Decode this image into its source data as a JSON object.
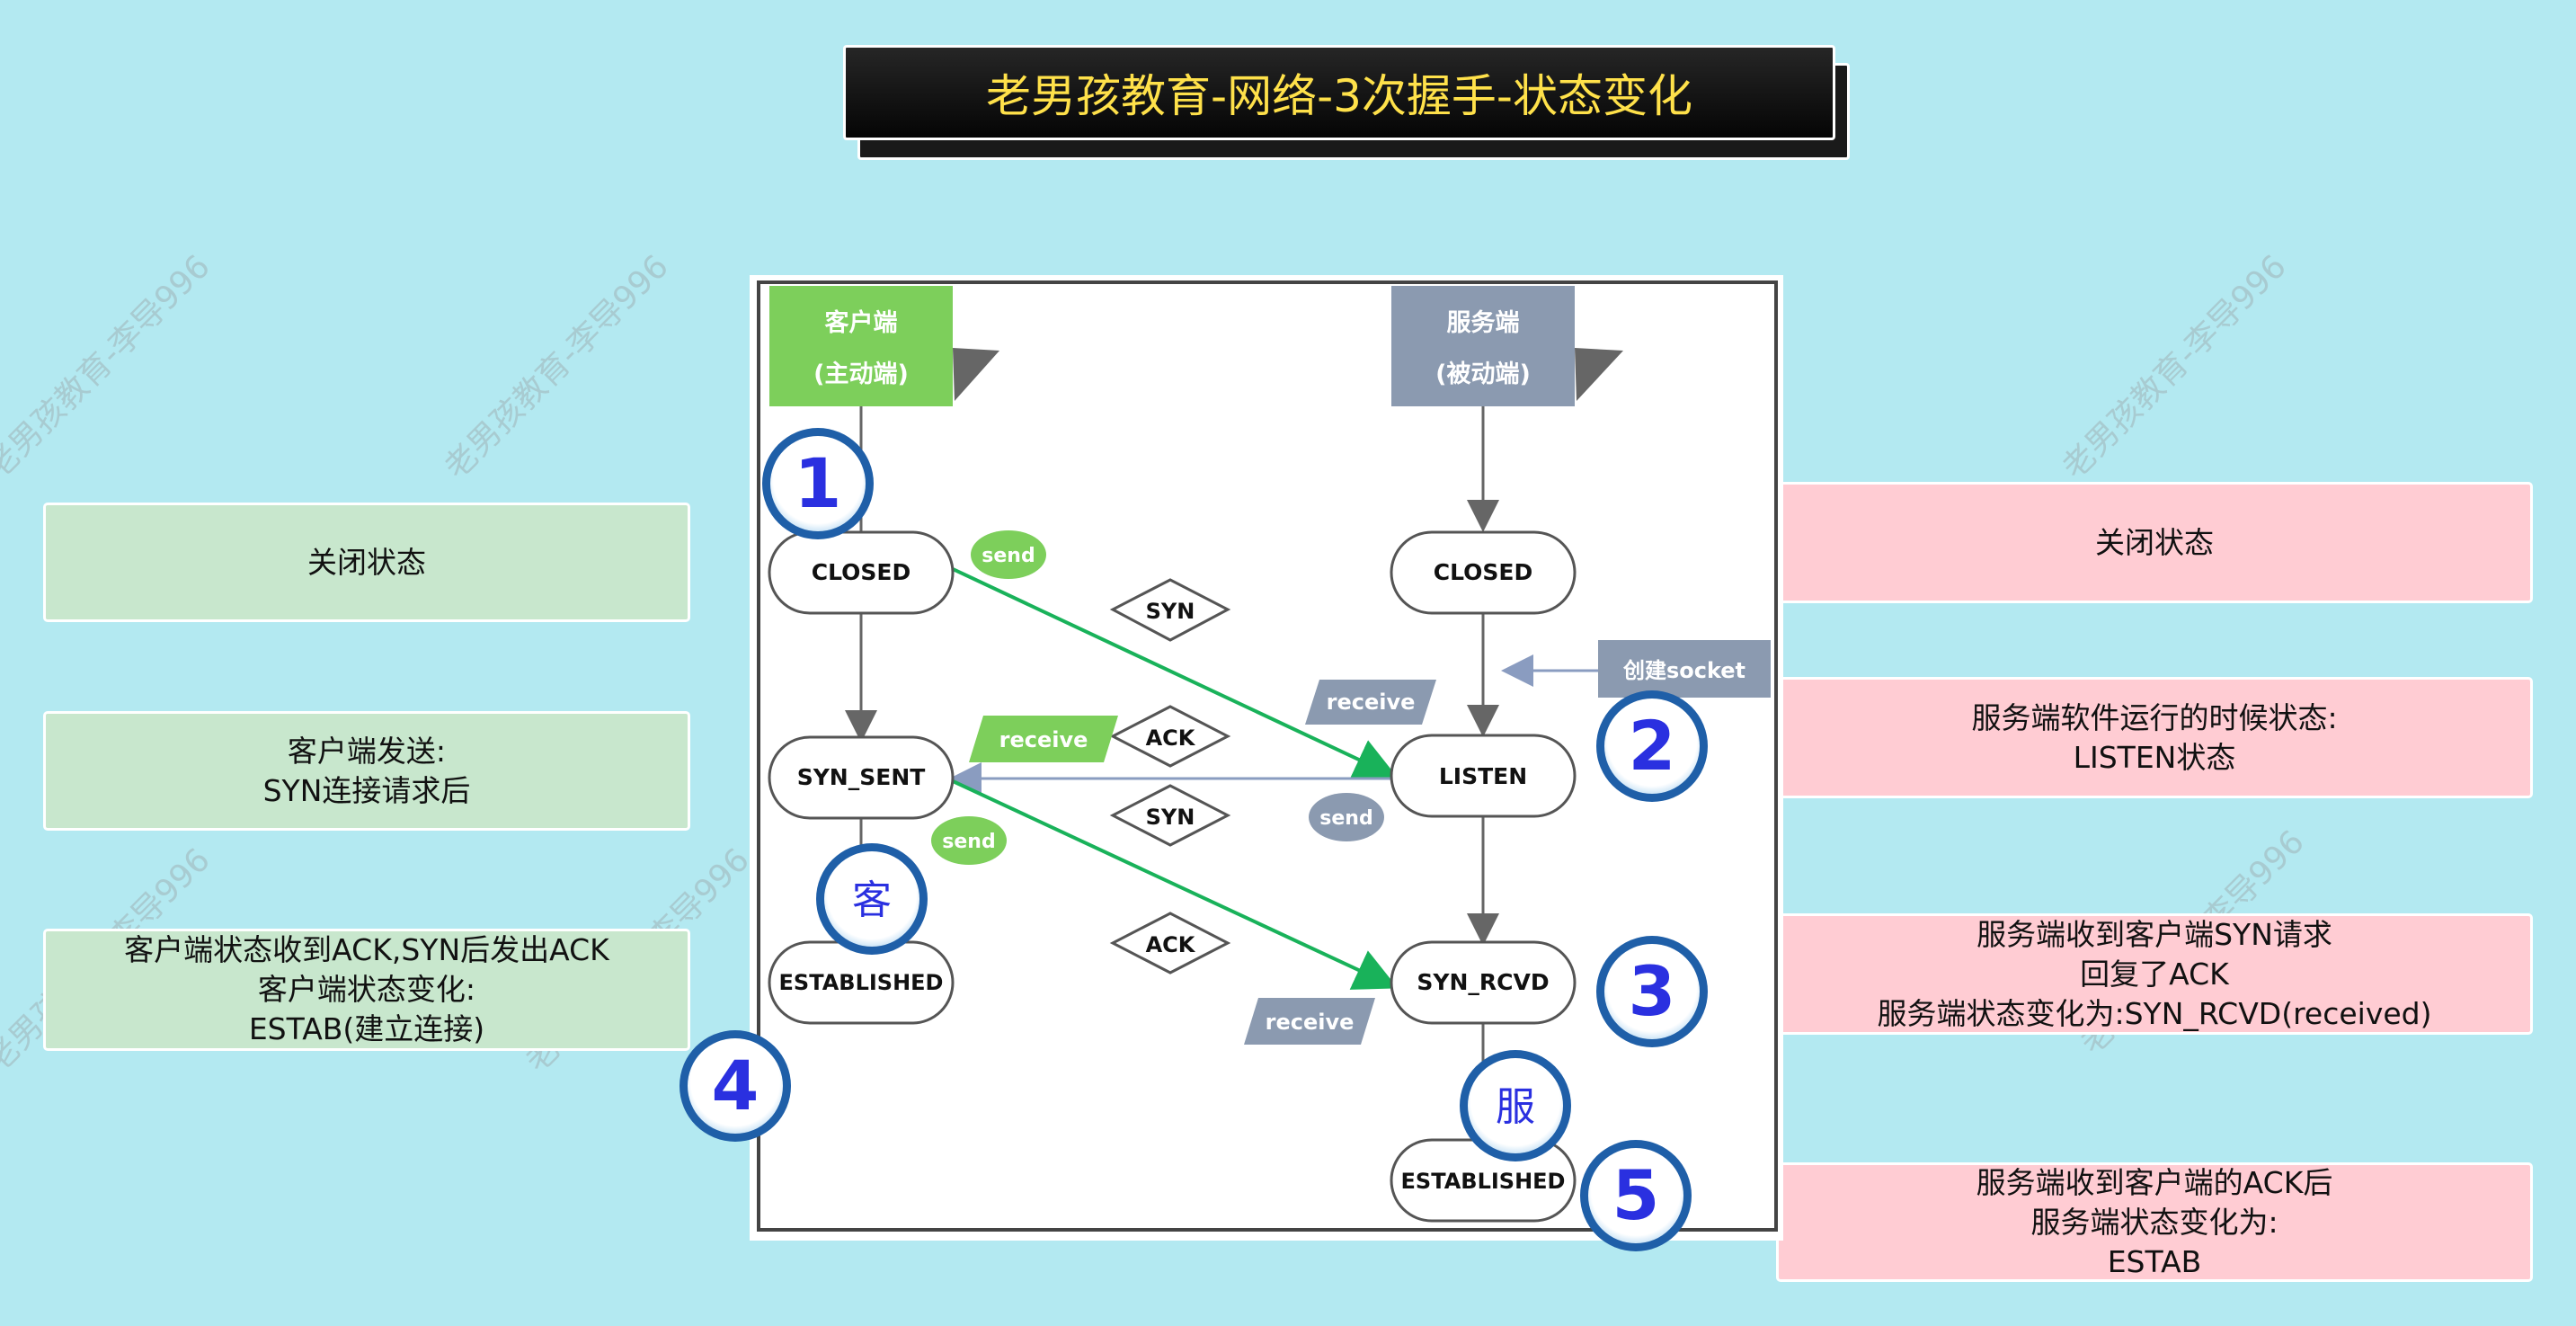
{
  "title": "老男孩教育-网络-3次握手-状态变化",
  "watermark": "老男孩教育-李导996",
  "left_notes": [
    "关闭状态",
    "客户端发送:\nSYN连接请求后",
    "客户端状态收到ACK,SYN后发出ACK\n客户端状态变化:\nESTAB(建立连接)"
  ],
  "right_notes": [
    "关闭状态",
    "服务端软件运行的时候状态:\nLISTEN状态",
    "服务端收到客户端SYN请求\n回复了ACK\n服务端状态变化为:SYN_RCVD(received)",
    "服务端收到客户端的ACK后\n服务端状态变化为:\nESTAB"
  ],
  "diagram": {
    "client_header": [
      "客户端",
      "(主动端)"
    ],
    "server_header": [
      "服务端",
      "(被动端)"
    ],
    "client_states": [
      "CLOSED",
      "SYN_SENT",
      "ESTABLISHED"
    ],
    "server_states": [
      "CLOSED",
      "LISTEN",
      "SYN_RCVD",
      "ESTABLISHED"
    ],
    "create_socket": "创建socket",
    "messages": [
      "SYN",
      "ACK",
      "SYN",
      "ACK"
    ],
    "send_label": "send",
    "receive_label": "receive",
    "step_numbers": [
      "1",
      "2",
      "3",
      "4",
      "5"
    ],
    "client_badge": "客",
    "server_badge": "服"
  },
  "colors": {
    "background": "#b3e9f1",
    "title_text": "#ffe14a",
    "client_green": "#7dcf5b",
    "server_gray": "#8b9ab0",
    "arrow_green": "#19b25a",
    "badge_blue": "#1f5fa8"
  }
}
